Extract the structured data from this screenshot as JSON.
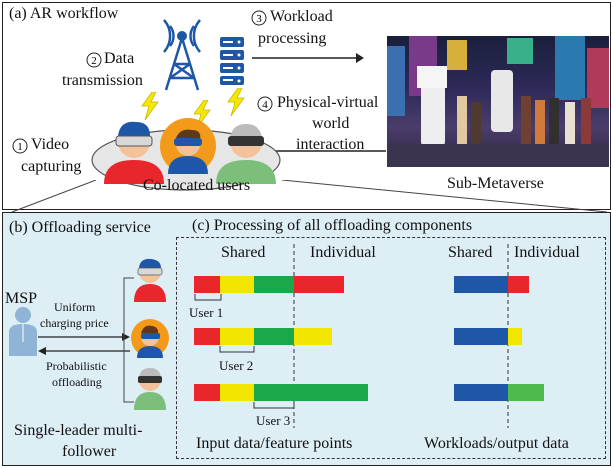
{
  "colors": {
    "red": "#e8262b",
    "yellow": "#f2e600",
    "green": "#1aa84a",
    "light_green": "#4cba4c",
    "blue": "#1f57a8",
    "panel_top_bg": "#ffffff",
    "panel_bottom_bg": "#ddeef5"
  },
  "panel_a": {
    "title": "(a) AR workflow",
    "steps": [
      {
        "num": "1",
        "text_line1": "Video",
        "text_line2": "capturing"
      },
      {
        "num": "2",
        "text_line1": "Data",
        "text_line2": "transmission"
      },
      {
        "num": "3",
        "text_line1": "Workload",
        "text_line2": "processing"
      },
      {
        "num": "4",
        "text_line1": "Physical-virtual",
        "text_line2": "world",
        "text_line3": "interaction"
      }
    ],
    "colocated_label": "Co-located users",
    "metaverse_label": "Sub-Metaverse"
  },
  "panel_b": {
    "title": "(b) Offloading service",
    "msp_label": "MSP",
    "price_label_line1": "Uniform",
    "price_label_line2": "charging price",
    "offload_label_line1": "Probabilistic",
    "offload_label_line2": "offloading",
    "bottom_label_line1": "Single-leader multi-",
    "bottom_label_line2": "follower"
  },
  "panel_c": {
    "title": "(c) Processing of all offloading components",
    "shared_label": "Shared",
    "individual_label": "Individual",
    "shared_label_right": "Shared",
    "individual_label_right": "Individual",
    "input_caption": "Input data/feature points",
    "output_caption": "Workloads/output data",
    "users": [
      {
        "label": "User 1",
        "input_segments": [
          "red",
          "yellow",
          "green",
          "red"
        ],
        "output_segments": [
          "blue",
          "red"
        ]
      },
      {
        "label": "User 2",
        "input_segments": [
          "red",
          "yellow",
          "green",
          "yellow"
        ],
        "output_segments": [
          "blue",
          "yellow"
        ]
      },
      {
        "label": "User 3",
        "input_segments": [
          "red",
          "yellow",
          "green",
          "green"
        ],
        "output_segments": [
          "blue",
          "light_green"
        ]
      }
    ]
  }
}
